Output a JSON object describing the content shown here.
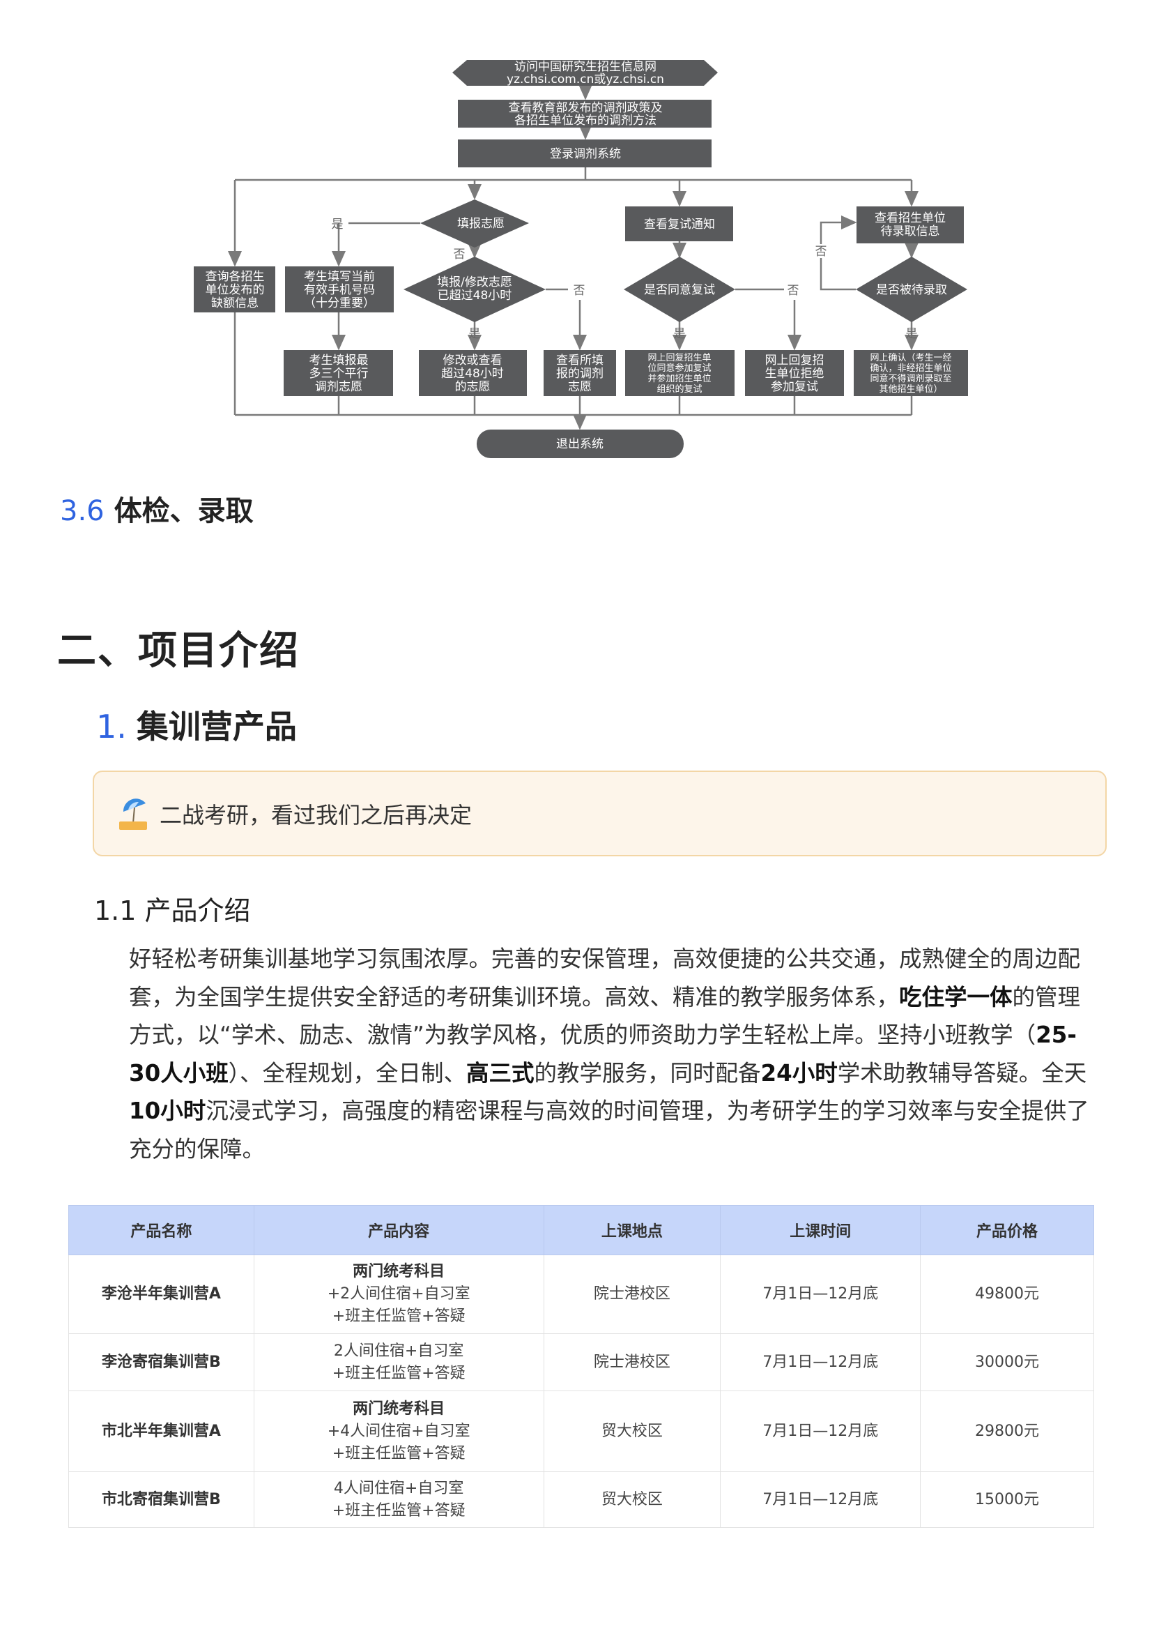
{
  "flowchart": {
    "start": [
      "访问中国研究生招生信息网",
      "yz.chsi.com.cn或yz.chsi.cn"
    ],
    "policy": [
      "查看教育部发布的调剂政策及",
      "各招生单位发布的调剂方法"
    ],
    "login": "登录调剂系统",
    "fill_decision": "填报志愿",
    "check_notice": "查看复试通知",
    "check_waitlist": [
      "查看招生单位",
      "待录取信息"
    ],
    "query_vacancy": [
      "查询各招生",
      "单位发布的",
      "缺额信息"
    ],
    "fill_phone": [
      "考生填写当前",
      "有效手机号码",
      "（十分重要）"
    ],
    "over48_decision": [
      "填报/修改志愿",
      "已超过48小时"
    ],
    "agree_decision": "是否同意复试",
    "waitlisted_decision": "是否被待录取",
    "fill_three": [
      "考生填报最",
      "多三个平行",
      "调剂志愿"
    ],
    "modify_view": [
      "修改或查看",
      "超过48小时",
      "的志愿"
    ],
    "view_filled": [
      "查看所填",
      "报的调剂",
      "志愿"
    ],
    "reply_agree": [
      "网上回复招生单",
      "位同意参加复试",
      "并参加招生单位",
      "组织的复试"
    ],
    "reply_refuse": [
      "网上回复招",
      "生单位拒绝",
      "参加复试"
    ],
    "confirm_online": [
      "网上确认（考生一经",
      "确认，非经招生单位",
      "同意不得调剂录取至",
      "其他招生单位）"
    ],
    "exit": "退出系统",
    "yes": "是",
    "no": "否"
  },
  "section_36": {
    "number": "3.6",
    "title": "体检、录取"
  },
  "section_2": {
    "title": "二、项目介绍"
  },
  "section_1": {
    "number": "1.",
    "title": "集训营产品"
  },
  "callout": {
    "icon": "parasol-icon",
    "text": "二战考研，看过我们之后再决定"
  },
  "section_11": {
    "title": "1.1 产品介绍"
  },
  "intro_paragraph": [
    {
      "text": "好轻松考研集训基地学习氛围浓厚。完善的安保管理，高效便捷的公共交通，成熟健全的周边配套，为全国学生提供安全舒适的考研集训环境。高效、精准的教学服务体系，",
      "bold": false
    },
    {
      "text": "吃住学一体",
      "bold": true
    },
    {
      "text": "的管理方式，以“学术、励志、激情”为教学风格，优质的师资助力学生轻松上岸。坚持小班教学（",
      "bold": false
    },
    {
      "text": "25-30人小班",
      "bold": true
    },
    {
      "text": "）、全程规划，全日制、",
      "bold": false
    },
    {
      "text": "高三式",
      "bold": true
    },
    {
      "text": "的教学服务，同时配备",
      "bold": false
    },
    {
      "text": "24小时",
      "bold": true
    },
    {
      "text": "学术助教辅导答疑。全天",
      "bold": false
    },
    {
      "text": "10小时",
      "bold": true
    },
    {
      "text": "沉浸式学习，高强度的精密课程与高效的时间管理，为考研学生的学习效率与安全提供了充分的保障。",
      "bold": false
    }
  ],
  "table": {
    "headers": [
      "产品名称",
      "产品内容",
      "上课地点",
      "上课时间",
      "产品价格"
    ],
    "rows": [
      {
        "name": "李沧半年集训营A",
        "content_bold": "两门统考科目",
        "content": [
          "+2人间住宿+自习室",
          "+班主任监管+答疑"
        ],
        "location": "院士港校区",
        "time": "7月1日—12月底",
        "price": "49800元"
      },
      {
        "name": "李沧寄宿集训营B",
        "content_bold": "",
        "content": [
          "2人间住宿+自习室",
          "+班主任监管+答疑"
        ],
        "location": "院士港校区",
        "time": "7月1日—12月底",
        "price": "30000元"
      },
      {
        "name": "市北半年集训营A",
        "content_bold": "两门统考科目",
        "content": [
          "+4人间住宿+自习室",
          "+班主任监管+答疑"
        ],
        "location": "贸大校区",
        "time": "7月1日—12月底",
        "price": "29800元"
      },
      {
        "name": "市北寄宿集训营B",
        "content_bold": "",
        "content": [
          "4人间住宿+自习室",
          "+班主任监管+答疑"
        ],
        "location": "贸大校区",
        "time": "7月1日—12月底",
        "price": "15000元"
      }
    ]
  },
  "colors": {
    "accent": "#2f63e0",
    "table_header": "#c6d6fa",
    "callout_bg": "#fdf5ea",
    "flow_box": "#595a5c"
  }
}
